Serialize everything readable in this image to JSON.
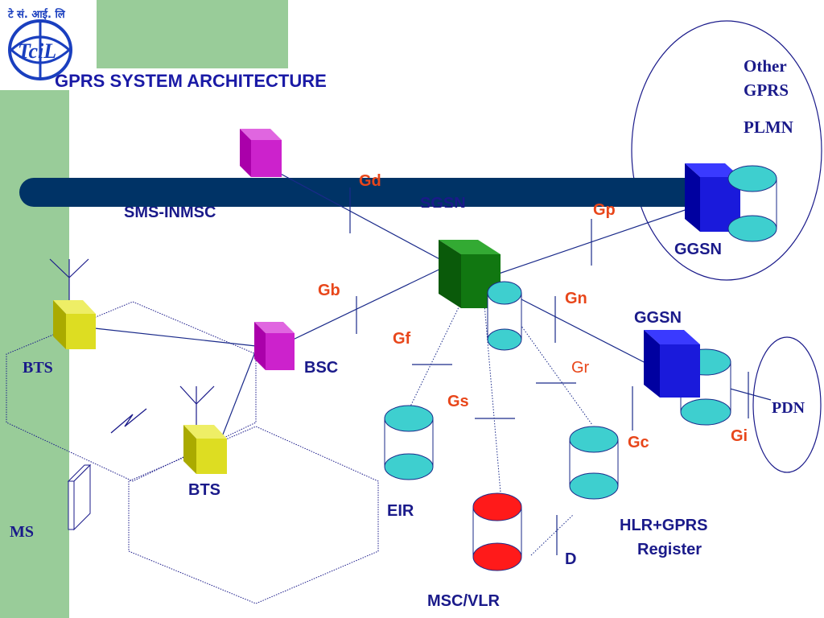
{
  "title": "GPRS SYSTEM ARCHITECTURE",
  "labels": {
    "other": "Other",
    "gprs": "GPRS",
    "plmn": "PLMN",
    "ggsn_top": "GGSN",
    "ggsn_mid": "GGSN",
    "pdn": "PDN",
    "sgsn": "SGSN",
    "sms_inmsc": "SMS-INMSC",
    "bts_left": "BTS",
    "bts_bottom": "BTS",
    "bsc": "BSC",
    "eir": "EIR",
    "msc_vlr": "MSC/VLR",
    "hlr_gprs": "HLR+GPRS",
    "register": "Register",
    "d": "D",
    "ms": "MS"
  },
  "interfaces": {
    "gd": "Gd",
    "gp": "Gp",
    "gb": "Gb",
    "gn": "Gn",
    "gf": "Gf",
    "gr": "Gr",
    "gs": "Gs",
    "gc": "Gc",
    "gi": "Gi"
  },
  "colors": {
    "backbone": "#003366",
    "green": "#99cc99",
    "sgsn": "#117711",
    "ggsn": "#1a1adb",
    "sms": "#cc22cc",
    "bts": "#dddd22",
    "db": "#3ecfcf",
    "msc": "#ff1a1a",
    "interface": "#e8461a",
    "text": "#1a1a8a"
  }
}
